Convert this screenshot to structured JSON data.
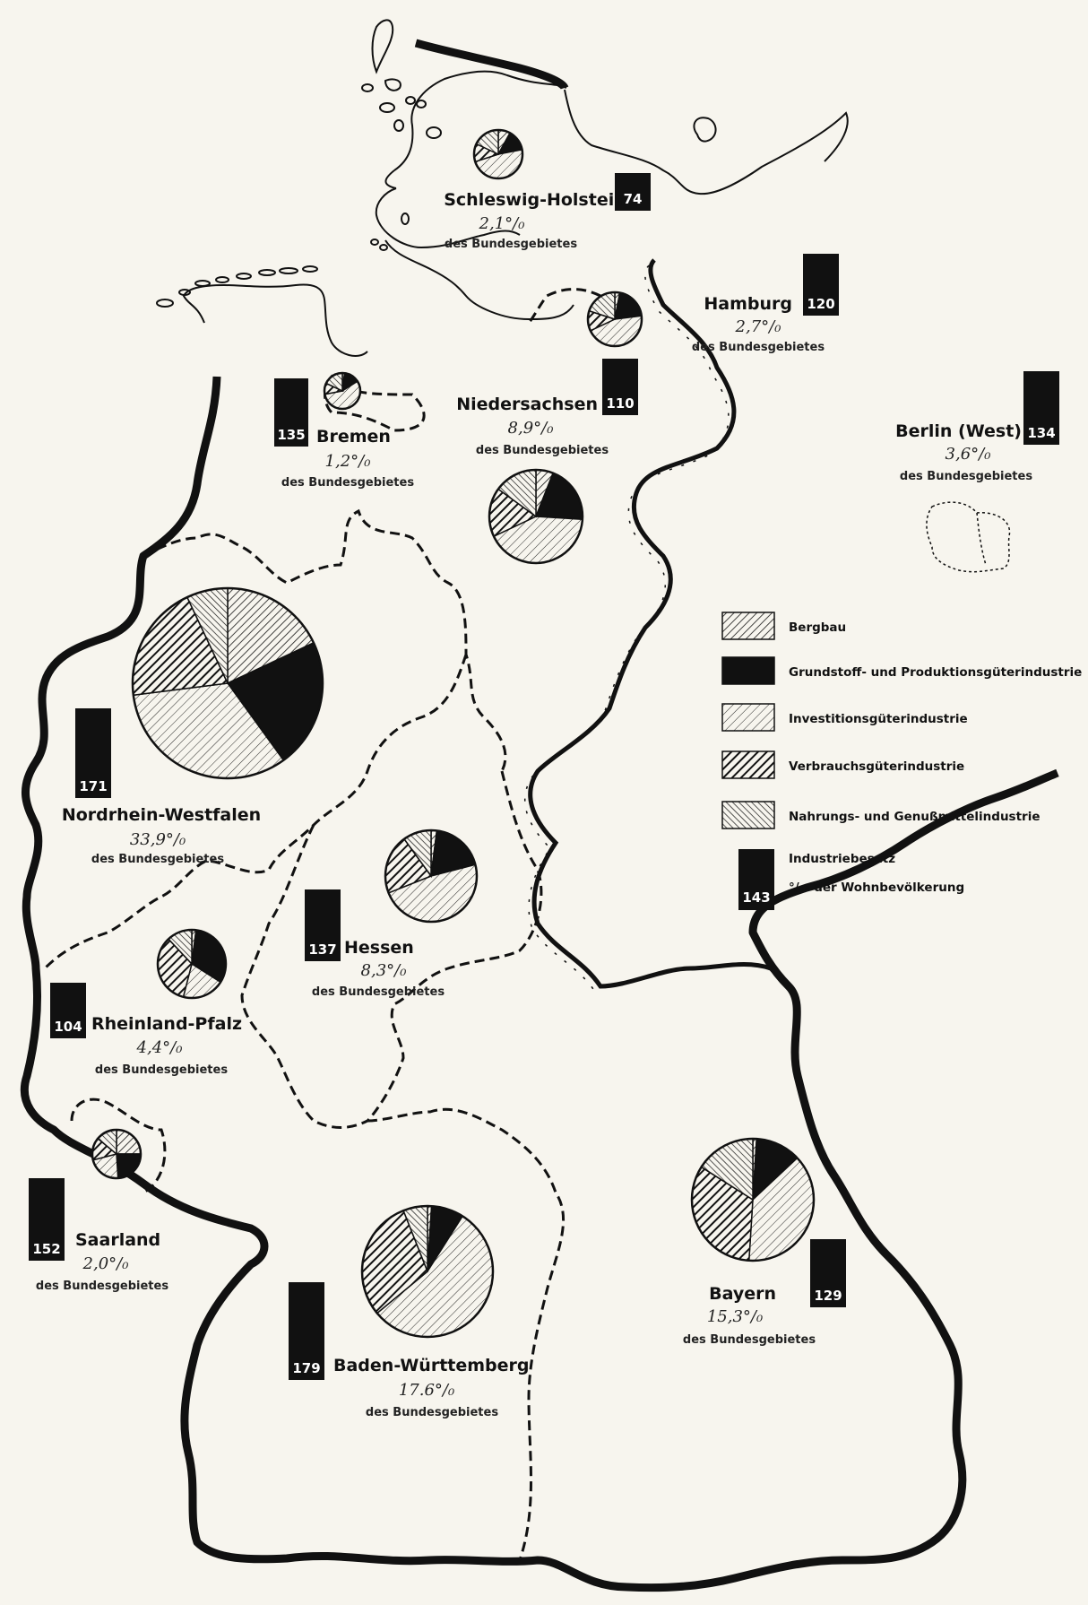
{
  "legend": {
    "items": [
      {
        "label": "Bergbau",
        "pattern": "hatch-light"
      },
      {
        "label": "Grundstoff- und Produktionsgüterindustrie",
        "pattern": "solid"
      },
      {
        "label": "Investitionsgüterindustrie",
        "pattern": "hatch-fine"
      },
      {
        "label": "Verbrauchsgüterindustrie",
        "pattern": "hatch-heavy"
      },
      {
        "label": "Nahrungs- und Genußmittelindustrie",
        "pattern": "hatch-back"
      }
    ],
    "density_label": "Industriebesatz",
    "density_unit": "°/₀₀ der Wohnbevölkerung",
    "density_sample": "143"
  },
  "states": [
    {
      "name": "Schleswig-Holstein",
      "bar": "74",
      "pct": "2,1°/₀",
      "sub": "des Bundesgebietes",
      "shares": [
        0.08,
        0.14,
        0.48,
        0.12,
        0.18
      ]
    },
    {
      "name": "Hamburg",
      "bar": "120",
      "pct": "2,7°/₀",
      "sub": "des Bundesgebietes",
      "shares": [
        0.03,
        0.2,
        0.45,
        0.12,
        0.2
      ]
    },
    {
      "name": "Bremen",
      "bar": "135",
      "pct": "1,2°/₀",
      "sub": "des Bundesgebietes",
      "shares": [
        0.02,
        0.14,
        0.56,
        0.1,
        0.18
      ]
    },
    {
      "name": "Niedersachsen",
      "bar": "110",
      "pct": "8,9°/₀",
      "sub": "des Bundesgebietes",
      "shares": [
        0.06,
        0.2,
        0.42,
        0.17,
        0.15
      ]
    },
    {
      "name": "Berlin (West)",
      "bar": "134",
      "pct": "3,6°/₀",
      "sub": "des Bundesgebietes",
      "shares": []
    },
    {
      "name": "Nordrhein-Westfalen",
      "bar": "171",
      "pct": "33,9°/₀",
      "sub": "des Bundesgebietes",
      "shares": [
        0.18,
        0.22,
        0.33,
        0.2,
        0.07
      ]
    },
    {
      "name": "Hessen",
      "bar": "137",
      "pct": "8,3°/₀",
      "sub": "des Bundesgebietes",
      "shares": [
        0.02,
        0.19,
        0.48,
        0.21,
        0.1
      ]
    },
    {
      "name": "Rheinland-Pfalz",
      "bar": "104",
      "pct": "4,4°/₀",
      "sub": "des Bundesgebietes",
      "shares": [
        0.02,
        0.32,
        0.2,
        0.34,
        0.12
      ]
    },
    {
      "name": "Saarland",
      "bar": "152",
      "pct": "2,0°/₀",
      "sub": "des Bundesgebietes",
      "shares": [
        0.25,
        0.24,
        0.22,
        0.15,
        0.14
      ]
    },
    {
      "name": "Baden-Württemberg",
      "bar": "179",
      "pct": "17.6°/₀",
      "sub": "des Bundesgebietes",
      "shares": [
        0.01,
        0.08,
        0.55,
        0.3,
        0.06
      ]
    },
    {
      "name": "Bayern",
      "bar": "129",
      "pct": "15,3°/₀",
      "sub": "des Bundesgebietes",
      "shares": [
        0.01,
        0.12,
        0.38,
        0.33,
        0.16
      ]
    }
  ]
}
